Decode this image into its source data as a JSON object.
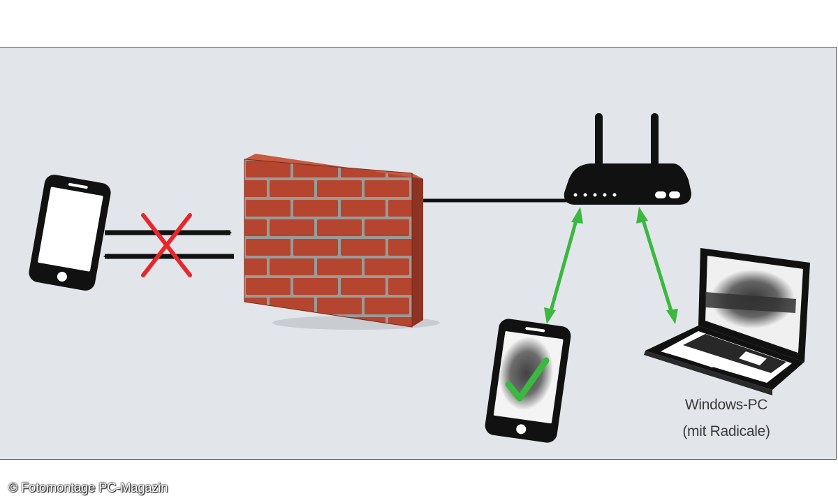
{
  "colors": {
    "background": "#e2e6ea",
    "device": "#111111",
    "brick": "#b5452e",
    "mortar": "#9a9a98",
    "blocked": "#e8272b",
    "allowed": "#3bb83f",
    "cable": "#111111"
  },
  "labels": {
    "pc_name": "Windows-PC",
    "pc_note": "(mit Radicale)",
    "credit": "© Fotomontage PC-Magazin"
  },
  "icons": {
    "external_phone": "smartphone-icon",
    "blocked": "red-x-icon",
    "firewall": "brick-wall-icon",
    "router": "router-icon",
    "local_phone": "smartphone-icon",
    "check": "green-check-icon",
    "laptop": "laptop-icon"
  }
}
